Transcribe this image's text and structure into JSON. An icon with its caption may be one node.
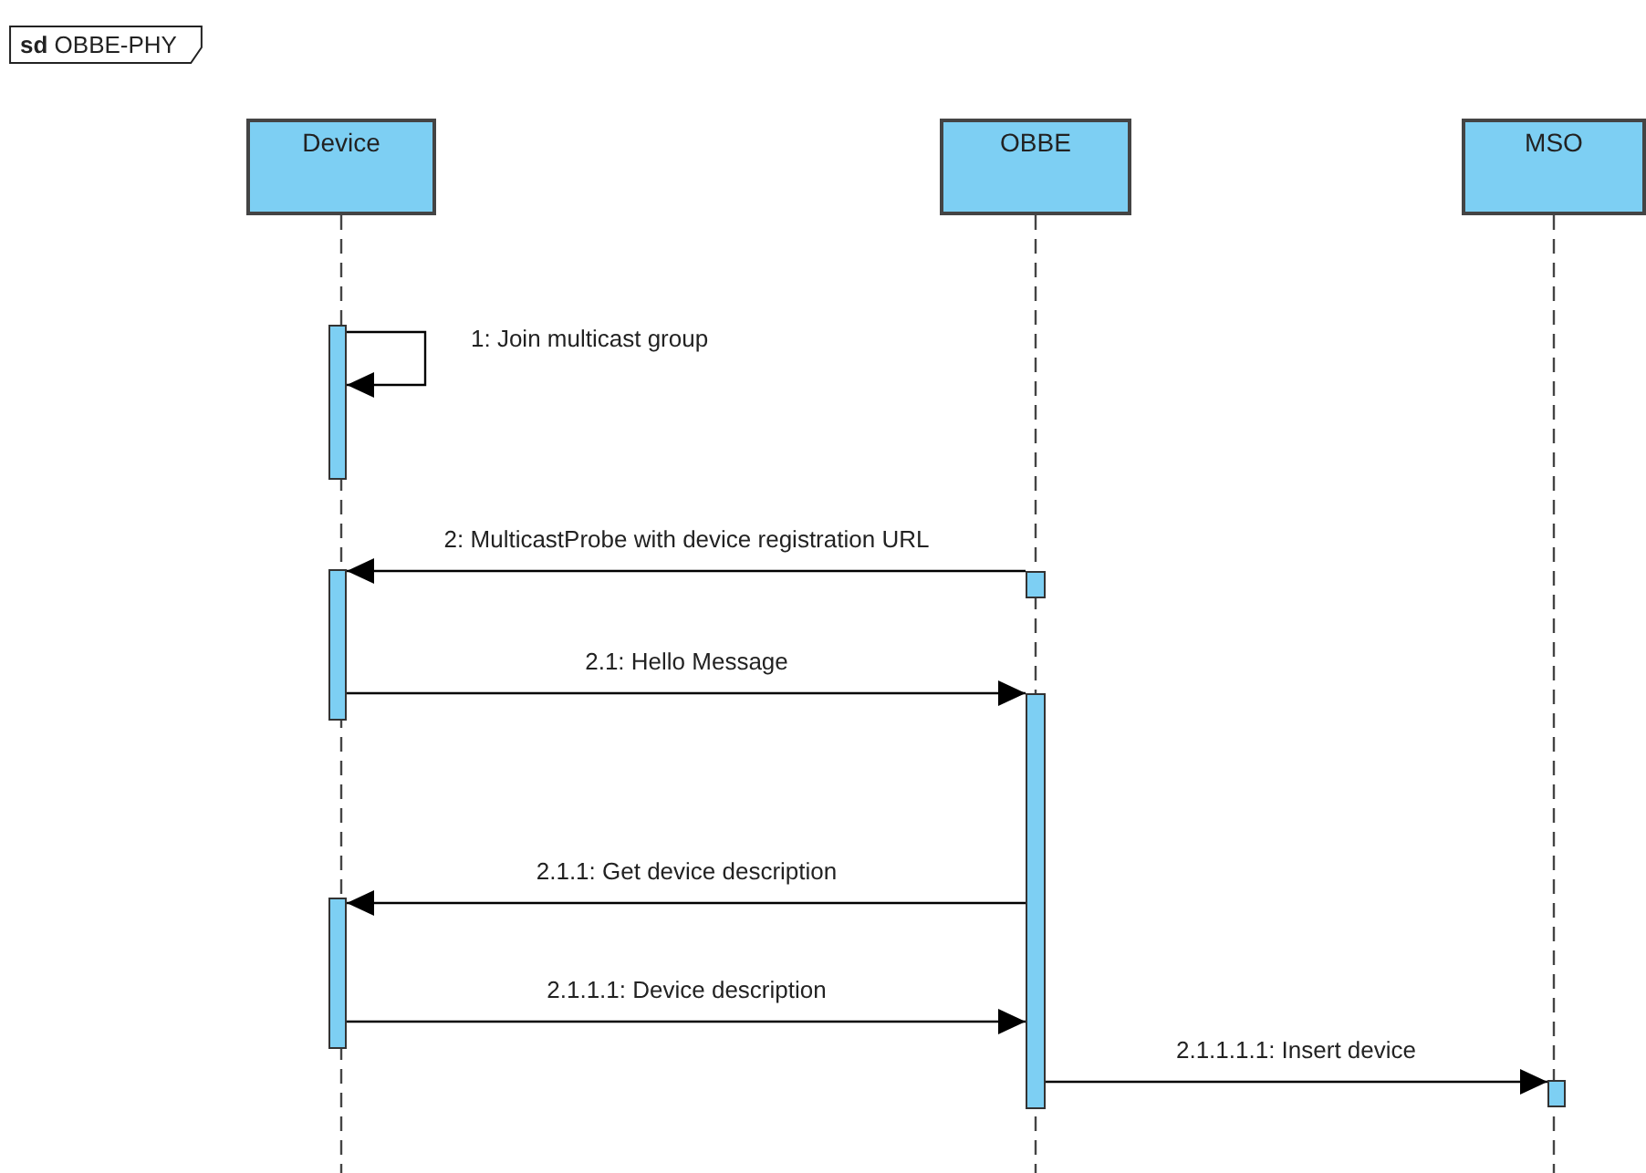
{
  "diagram": {
    "title": "**sd** OBBE-PHY",
    "nodes": [
      {
        "text": [
          "Device"
        ]
      },
      {
        "text": [
          "OBBE"
        ]
      },
      {
        "text": [
          "MSO"
        ]
      },
      {
        "text": [],
        "shape": "bar"
      },
      {
        "text": [],
        "shape": "bar"
      },
      {
        "text": [],
        "shape": "bar"
      },
      {
        "text": [],
        "shape": "bar"
      },
      {
        "text": [],
        "shape": "bar"
      },
      {
        "text": [],
        "shape": "bar"
      }
    ],
    "edges": [
      {
        "from": 3,
        "to": 3,
        "arrow": "to",
        "label": "1: Join multicast group"
      },
      {
        "from": 6,
        "to": 4,
        "arrow": "to",
        "label": "2: MulticastProbe with device registration URL"
      },
      {
        "from": 4,
        "to": 7,
        "arrow": "to",
        "label": "2.1: Hello Message"
      },
      {
        "from": 7,
        "to": 5,
        "arrow": "to",
        "label": "2.1.1: Get device description"
      },
      {
        "from": 5,
        "to": 7,
        "arrow": "to",
        "label": "2.1.1.1: Device description"
      },
      {
        "from": 7,
        "to": 8,
        "arrow": "to",
        "label": "2.1.1.1.1: Insert device"
      }
    ]
  }
}
